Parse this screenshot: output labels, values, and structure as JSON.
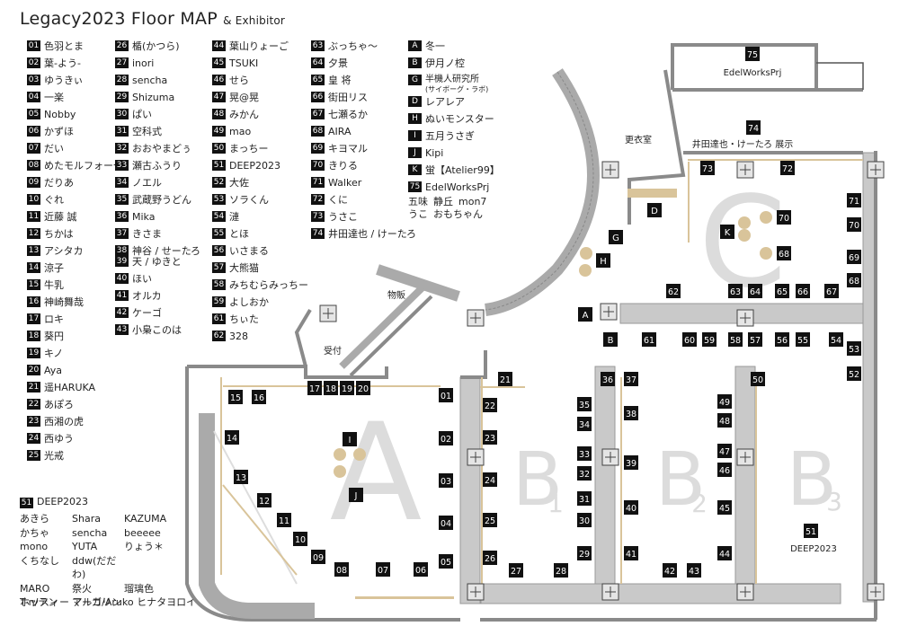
{
  "title": {
    "main": "Legacy2023 Floor MAP",
    "sub": "& Exhibitor"
  },
  "exhibitors": [
    {
      "no": "01",
      "name": "色羽とま"
    },
    {
      "no": "02",
      "name": "葉-よう-"
    },
    {
      "no": "03",
      "name": "ゆうきぃ"
    },
    {
      "no": "04",
      "name": "一楽"
    },
    {
      "no": "05",
      "name": "Nobby"
    },
    {
      "no": "06",
      "name": "かずほ"
    },
    {
      "no": "07",
      "name": "だい"
    },
    {
      "no": "08",
      "name": "めたモルフォーゼ"
    },
    {
      "no": "09",
      "name": "だりあ"
    },
    {
      "no": "10",
      "name": "ぐれ"
    },
    {
      "no": "11",
      "name": "近藤 誠"
    },
    {
      "no": "12",
      "name": "ちかは"
    },
    {
      "no": "13",
      "name": "アシタカ"
    },
    {
      "no": "14",
      "name": "涼子"
    },
    {
      "no": "15",
      "name": "牛乳"
    },
    {
      "no": "16",
      "name": "神崎舞哉"
    },
    {
      "no": "17",
      "name": "ロキ"
    },
    {
      "no": "18",
      "name": "葵円"
    },
    {
      "no": "19",
      "name": "キノ"
    },
    {
      "no": "20",
      "name": "Aya"
    },
    {
      "no": "21",
      "name": "遥HARUKA"
    },
    {
      "no": "22",
      "name": "あぽろ"
    },
    {
      "no": "23",
      "name": "西湘の虎"
    },
    {
      "no": "24",
      "name": "西ゆう"
    },
    {
      "no": "25",
      "name": "光戒"
    },
    {
      "no": "26",
      "name": "楯(かつら)"
    },
    {
      "no": "27",
      "name": "inori"
    },
    {
      "no": "28",
      "name": "sencha"
    },
    {
      "no": "29",
      "name": "Shizuma"
    },
    {
      "no": "30",
      "name": "ぱい"
    },
    {
      "no": "31",
      "name": "空科式"
    },
    {
      "no": "32",
      "name": "おおやまどぅ"
    },
    {
      "no": "33",
      "name": "瀬古ふうり"
    },
    {
      "no": "34",
      "name": "ノエル"
    },
    {
      "no": "35",
      "name": "武蔵野うどん"
    },
    {
      "no": "36",
      "name": "Mika"
    },
    {
      "no": "37",
      "name": "きさま"
    },
    {
      "no": "38",
      "name": "神谷 / せーたろ"
    },
    {
      "no": "39",
      "name": "天 / ゆきと"
    },
    {
      "no": "40",
      "name": "ほい"
    },
    {
      "no": "41",
      "name": "オルカ"
    },
    {
      "no": "42",
      "name": "ケーゴ"
    },
    {
      "no": "43",
      "name": "小梟このは"
    },
    {
      "no": "44",
      "name": "葉山りょーご"
    },
    {
      "no": "45",
      "name": "TSUKI"
    },
    {
      "no": "46",
      "name": "せら"
    },
    {
      "no": "47",
      "name": "晃@晃"
    },
    {
      "no": "48",
      "name": "みかん"
    },
    {
      "no": "49",
      "name": "mao"
    },
    {
      "no": "50",
      "name": "まっちー"
    },
    {
      "no": "51",
      "name": "DEEP2023"
    },
    {
      "no": "52",
      "name": "大佐"
    },
    {
      "no": "53",
      "name": "ソラくん"
    },
    {
      "no": "54",
      "name": "漣"
    },
    {
      "no": "55",
      "name": "とほ"
    },
    {
      "no": "56",
      "name": "いさまる"
    },
    {
      "no": "57",
      "name": "大熊猫"
    },
    {
      "no": "58",
      "name": "みちむらみっちー"
    },
    {
      "no": "59",
      "name": "よしおか"
    },
    {
      "no": "61",
      "name": "ちぃた"
    },
    {
      "no": "62",
      "name": "328"
    },
    {
      "no": "63",
      "name": "ぶっちゃ〜"
    },
    {
      "no": "64",
      "name": "夕景"
    },
    {
      "no": "65",
      "name": "皇 将"
    },
    {
      "no": "66",
      "name": "街田リス"
    },
    {
      "no": "67",
      "name": "七瀬るか"
    },
    {
      "no": "68",
      "name": "AIRA"
    },
    {
      "no": "69",
      "name": "キヨマル"
    },
    {
      "no": "70",
      "name": "きりる"
    },
    {
      "no": "71",
      "name": "Walker"
    },
    {
      "no": "72",
      "name": "くに"
    },
    {
      "no": "73",
      "name": "うさこ"
    },
    {
      "no": "74",
      "name": "井田達也 / けーたろ"
    },
    {
      "no": "A",
      "name": "冬一"
    },
    {
      "no": "B",
      "name": "伊月ノ椌"
    },
    {
      "no": "G",
      "name": "半機人研究所",
      "note": "(サイボーグ・ラボ)"
    },
    {
      "no": "D",
      "name": "レアレア"
    },
    {
      "no": "H",
      "name": "ぬいモンスター"
    },
    {
      "no": "I",
      "name": "五月うさぎ"
    },
    {
      "no": "J",
      "name": "Kipi"
    },
    {
      "no": "K",
      "name": "蛍【Atelier99】"
    },
    {
      "no": "75",
      "name": "EdelWorksPrj"
    }
  ],
  "edel_members": [
    "五味",
    "静丘",
    "mon7",
    "うこ",
    "おもちゃん"
  ],
  "deep": {
    "no": "51",
    "label": "DEEP2023",
    "members": [
      "あきら",
      "Shara",
      "KAZUMA",
      "かちゃ",
      "sencha",
      "beeeee",
      "mono",
      "YUTA",
      "りょう＊",
      "くちなし",
      "ddw(だだわ)",
      "",
      "MARO",
      "祭火",
      "瑠璃色",
      "T-n/テン",
      "マーガリン",
      ""
    ],
    "extra": "ホッスィー アルコ/Aruko ヒナタヨロイ"
  },
  "map": {
    "zones": {
      "A": "A",
      "B1": "B",
      "B1_sub": "1",
      "B2": "B",
      "B2_sub": "2",
      "B3": "B",
      "B3_sub": "3",
      "C": "C"
    },
    "rooms": {
      "kouishitsu": "更衣室",
      "uketsuke": "受付",
      "buppan": "物販",
      "edel": "EdelWorksPrj",
      "ida": "井田達也・けーたろ 展示",
      "deep_label": "DEEP2023"
    },
    "colors": {
      "wall": "#8a8a8a",
      "aisle": "#c9c9c9",
      "zone_letter": "#dcdcdc",
      "table": "#d9c49a",
      "booth": "#111111"
    }
  }
}
